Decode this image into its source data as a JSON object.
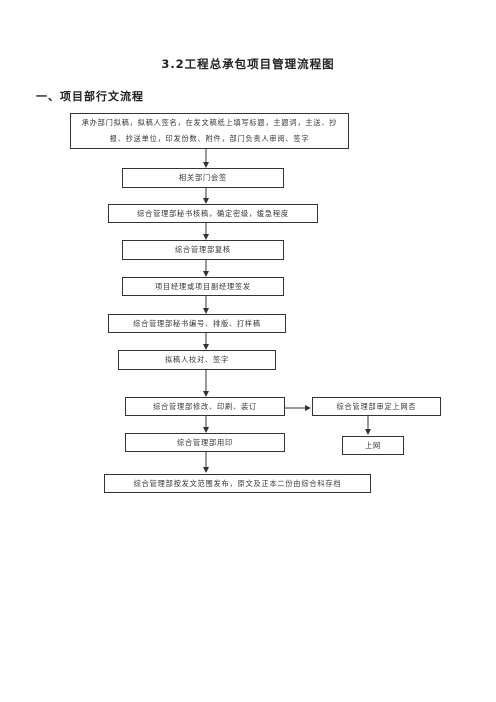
{
  "header": {
    "title": "3.2工程总承包项目管理流程图",
    "section": "一、项目部行文流程"
  },
  "flow": {
    "step1": "承办部门拟稿，拟稿人签名，在发文稿纸上填写标题，主题词，主送、抄报、抄送单位，印发份数、附件，部门负责人审阅、签字",
    "step2": "相关部门会签",
    "step3": "综合管理部秘书核稿，确定密级，缓急程度",
    "step4": "综合管理部复核",
    "step5": "项目经理或项目副经理签发",
    "step6": "综合管理部秘书编号、排版、打样稿",
    "step7": "拟稿人校对、签字",
    "step8": "综合管理部修改、印刷、装订",
    "step9": "综合管理部用印",
    "step10": "综合管理部按发文范围发布，原文及正本二份由综合科存档",
    "side1": "综合管理部审定上网否",
    "side2": "上网"
  }
}
